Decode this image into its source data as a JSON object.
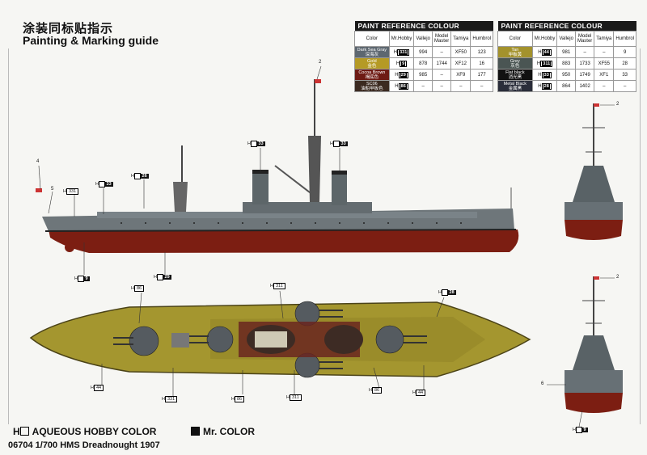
{
  "header": {
    "title_cn": "涂装同标贴指示",
    "title_en": "Painting & Marking guide"
  },
  "tables": [
    {
      "title": "PAINT  REFERENCE COLOUR",
      "columns": [
        "Color",
        "Mr.Hobby",
        "Vallejo",
        "Model Master",
        "Tamiya",
        "Humbrol"
      ],
      "rows": [
        {
          "name": "Dark Sea Gray",
          "name_cn": "深海灰",
          "swatch": "#5d6770",
          "hobby_code": "331",
          "vallejo": "994",
          "model_master": "–",
          "tamiya": "XF50",
          "humbrol": "123"
        },
        {
          "name": "Gold",
          "name_cn": "金色",
          "swatch": "#b59a25",
          "hobby_code": "9",
          "vallejo": "878",
          "model_master": "1744",
          "tamiya": "XF12",
          "humbrol": "16"
        },
        {
          "name": "Cocoa Brown",
          "name_cn": "褐底色",
          "swatch": "#6e1b14",
          "hobby_code": "29",
          "vallejo": "985",
          "model_master": "–",
          "tamiya": "XF9",
          "humbrol": "177"
        },
        {
          "name": "SC06",
          "name_cn": "油船甲板色",
          "swatch": "#3b2a20",
          "hobby_code": "86",
          "vallejo": "–",
          "model_master": "–",
          "tamiya": "–",
          "humbrol": "–"
        }
      ]
    },
    {
      "title": "PAINT  REFERENCE COLOUR",
      "columns": [
        "Color",
        "Mr.Hobby",
        "Vallejo",
        "Model Master",
        "Tamiya",
        "Humbrol"
      ],
      "rows": [
        {
          "name": "Tan",
          "name_cn": "甲板黄",
          "swatch": "#a3922c",
          "hobby_code": "44",
          "vallejo": "981",
          "model_master": "–",
          "tamiya": "–",
          "humbrol": "9"
        },
        {
          "name": "Grey",
          "name_cn": "灰色",
          "swatch": "#4a5553",
          "hobby_code": "311",
          "vallejo": "883",
          "model_master": "1733",
          "tamiya": "XF55",
          "humbrol": "28"
        },
        {
          "name": "Flat black",
          "name_cn": "消光黑",
          "swatch": "#111111",
          "hobby_code": "33",
          "vallejo": "950",
          "model_master": "1749",
          "tamiya": "XF1",
          "humbrol": "33"
        },
        {
          "name": "Metal Black",
          "name_cn": "金属黑",
          "swatch": "#2a2d3a",
          "hobby_code": "28",
          "vallejo": "864",
          "model_master": "1402",
          "tamiya": "–",
          "humbrol": "–"
        }
      ]
    }
  ],
  "callouts": {
    "side_33a": "33",
    "side_33b": "33",
    "side_33c": "33",
    "side_26": "26",
    "side_331": "331",
    "side_9": "9",
    "side_29": "29",
    "top_86": "86",
    "top_311": "311",
    "top_28": "28",
    "top_44a": "44",
    "top_44b": "44",
    "top_331": "331",
    "top_86b": "86",
    "top_311b": "311",
    "top_86c": "86",
    "front_9": "9"
  },
  "markers": {
    "m2a": "2",
    "m2b": "2",
    "m2c": "2",
    "m4": "4",
    "m5": "5",
    "m6": "6"
  },
  "legend": {
    "aqueous_prefix": "H",
    "aqueous_label": "AQUEOUS HOBBY COLOR",
    "mr_label": "Mr. COLOR"
  },
  "footer": {
    "text": "06704 1/700 HMS Dreadnought 1907"
  }
}
